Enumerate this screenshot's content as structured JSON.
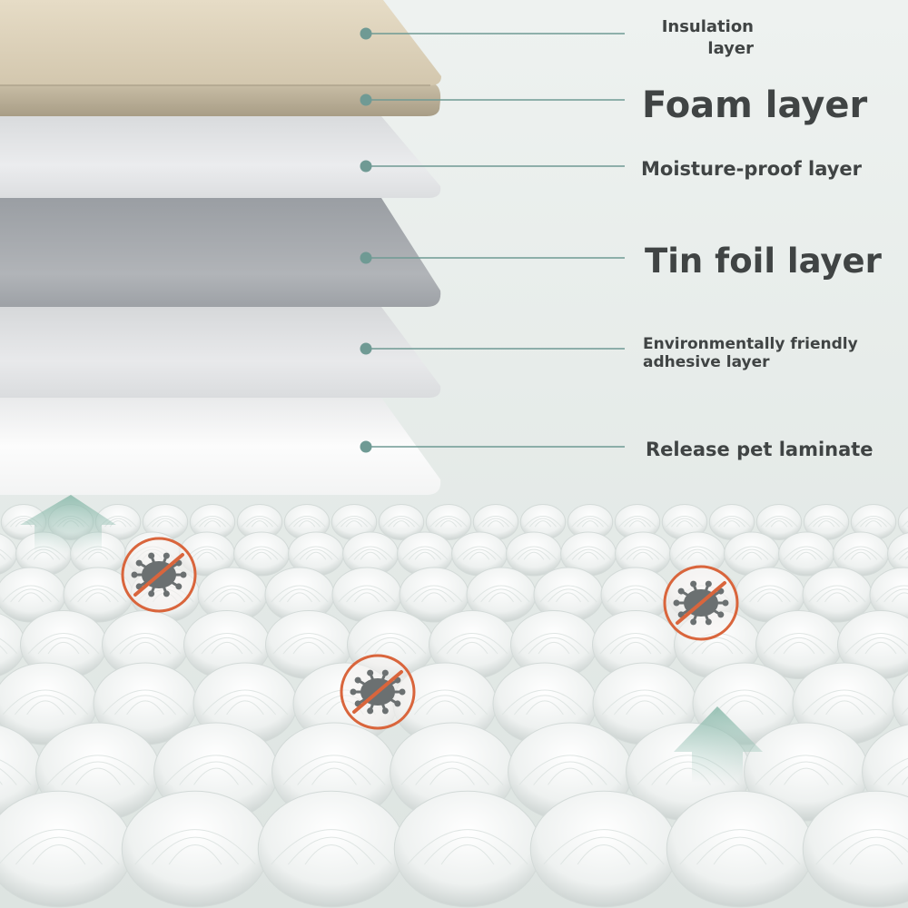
{
  "layers": [
    {
      "id": "insulation",
      "lines": [
        "Insulation",
        "layer"
      ],
      "color": "#d8cdb6"
    },
    {
      "id": "foam",
      "lines": [
        "Foam layer"
      ],
      "color": "#bdb29a"
    },
    {
      "id": "moisture",
      "lines": [
        "Moisture-proof layer"
      ],
      "color": "#e4e6e8"
    },
    {
      "id": "tinfoil",
      "lines": [
        "Tin foil layer"
      ],
      "color": "#a7abb0"
    },
    {
      "id": "adhesive",
      "lines": [
        "Environmentally friendly",
        "adhesive layer"
      ],
      "color": "#e1e3e5"
    },
    {
      "id": "release",
      "lines": [
        "Release pet laminate"
      ],
      "color": "#fbfbfb"
    }
  ],
  "colors": {
    "background": "#e6ebe8",
    "leader_line": "#6f9a94",
    "label_text": "#404444",
    "antibacterial_ring": "#d9653c",
    "virus_icon": "#6b7071",
    "arrow": "#9bc4b8"
  },
  "icons": [
    "no-virus-icon",
    "no-virus-icon",
    "no-virus-icon",
    "up-arrow-icon",
    "up-arrow-icon"
  ]
}
